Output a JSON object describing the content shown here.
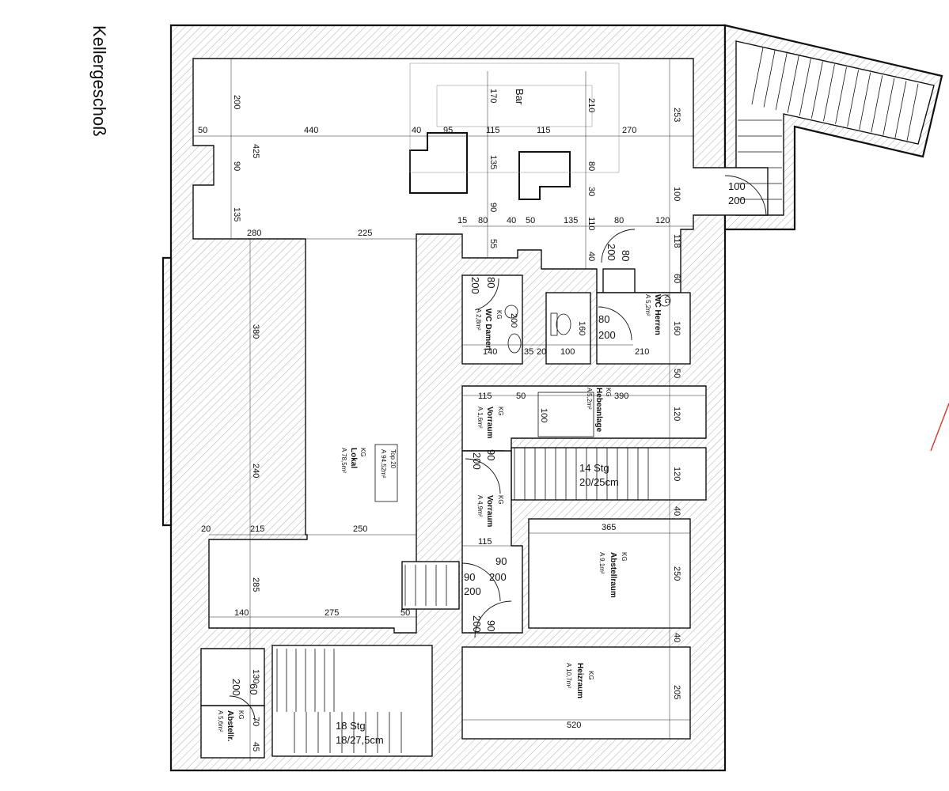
{
  "sheet": {
    "title": "Kellergeschoß"
  },
  "unit_tag": {
    "top": "Top 20",
    "area": "A 94,52m²"
  },
  "rooms": {
    "bar": {
      "name": "Bar"
    },
    "lokal": {
      "prefix": "KG",
      "name": "Lokal",
      "area": "A 78,5m²"
    },
    "wc_damen": {
      "prefix": "KG",
      "name": "WC Damen",
      "area": "A 2,8m²"
    },
    "wc_herren": {
      "prefix": "KG",
      "name": "WC Herren",
      "area": "A 5,2m²"
    },
    "hebeanlage": {
      "prefix": "KG",
      "name": "Hebeanlage",
      "area": "A 5,2m²"
    },
    "vorraum1": {
      "prefix": "KG",
      "name": "Vorraum",
      "area": "A 1,6m²"
    },
    "vorraum2": {
      "prefix": "KG",
      "name": "Vorraum",
      "area": "A 4,9m²"
    },
    "abstellraum": {
      "prefix": "KG",
      "name": "Abstellraum",
      "area": "A 9,1m²"
    },
    "heizraum": {
      "prefix": "KG",
      "name": "Heizraum",
      "area": "A 10,7m²"
    },
    "abstellr": {
      "prefix": "KG",
      "name": "Abstellr.",
      "area": "A 5,6m²"
    }
  },
  "stairs": {
    "middle": {
      "count": "14 Stg",
      "ratio": "20/25cm"
    },
    "lower": {
      "count": "18 Stg",
      "ratio": "18/27,5cm"
    }
  },
  "doors": [
    {
      "id": "entry",
      "w": "100",
      "h": "200"
    },
    {
      "id": "bar",
      "w": "80",
      "h": "200"
    },
    {
      "id": "damen",
      "w": "80",
      "h": "200"
    },
    {
      "id": "herren",
      "w": "80",
      "h": "200"
    },
    {
      "id": "vorraum",
      "w": "90",
      "h": "200"
    },
    {
      "id": "abst_a",
      "w": "90",
      "h": "200"
    },
    {
      "id": "abst_b",
      "w": "90",
      "h": "200"
    },
    {
      "id": "heiz",
      "w": "90",
      "h": "200"
    },
    {
      "id": "abstellr",
      "w": "60",
      "h": "200"
    }
  ],
  "dims": {
    "top_row": [
      "50",
      "440",
      "40",
      "95",
      "115",
      "115",
      "270"
    ],
    "left_col": [
      "200",
      "425",
      "90",
      "135"
    ],
    "bar_mid": [
      "170",
      "135",
      "90",
      "210",
      "80",
      "30"
    ],
    "row_280": [
      "280",
      "225"
    ],
    "row_15": [
      "15",
      "80",
      "40",
      "50",
      "135",
      "80",
      "120"
    ],
    "wc_row": [
      "55",
      "110",
      "40"
    ],
    "right_col": [
      "253",
      "100",
      "118",
      "60",
      "160",
      "50",
      "120",
      "120",
      "40",
      "250",
      "40",
      "205"
    ],
    "wc_inner": [
      "200",
      "160",
      "140",
      "35",
      "20",
      "100",
      "210"
    ],
    "hebe_row": [
      "115",
      "50",
      "390",
      "100"
    ],
    "lokal_vert": [
      "380",
      "240"
    ],
    "lokal_row": [
      "20",
      "215",
      "250"
    ],
    "vorraum_row": [
      "115",
      "365"
    ],
    "low_vert": [
      "285",
      "130",
      "70",
      "45"
    ],
    "low_row": [
      "140",
      "275",
      "50"
    ],
    "heiz_width": [
      "520"
    ]
  }
}
